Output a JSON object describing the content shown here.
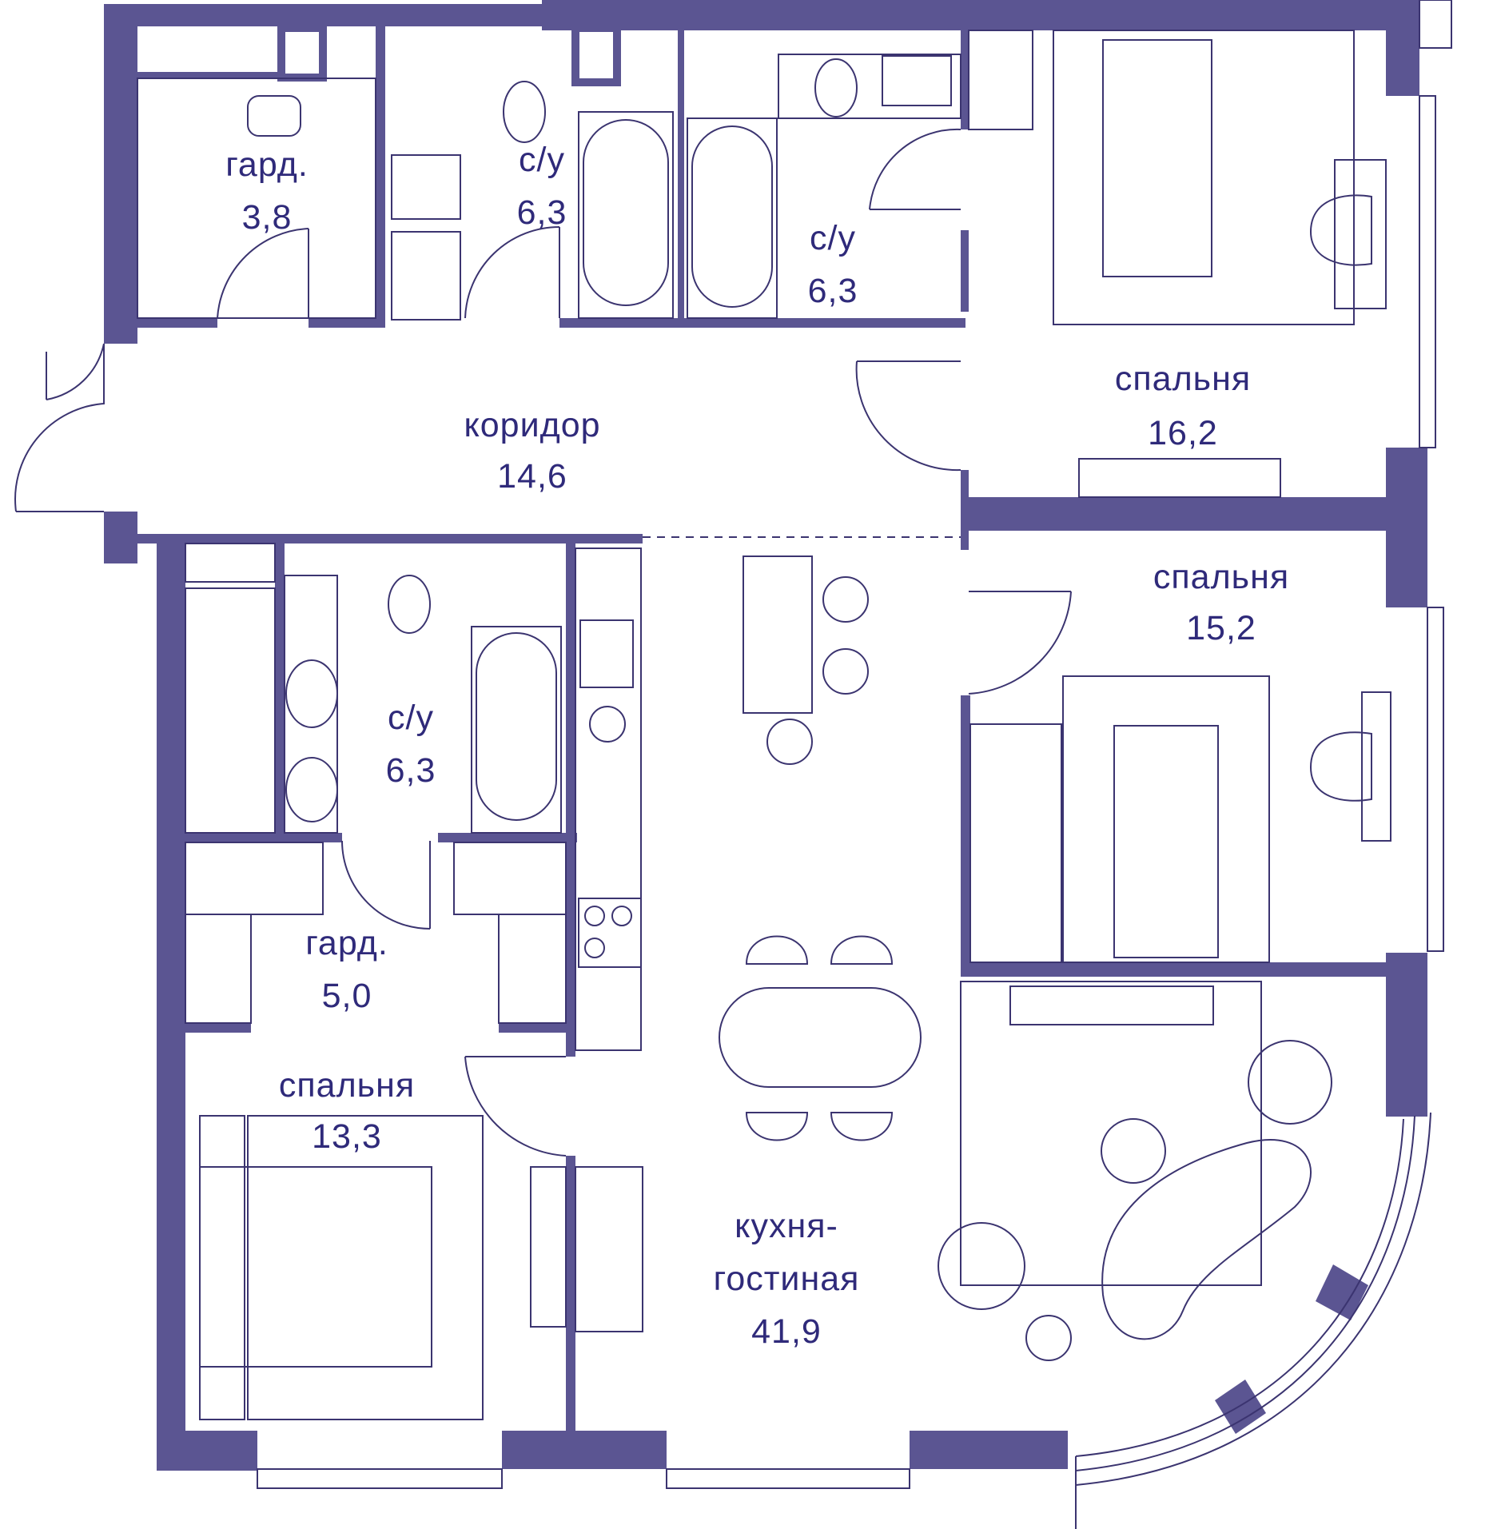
{
  "colors": {
    "wall": "#5b5592",
    "line": "#3b3470",
    "text": "#2f2a7a",
    "background": "#ffffff"
  },
  "rooms": [
    {
      "id": "wardrobe-1",
      "name": "гард.",
      "area": "3,8"
    },
    {
      "id": "bathroom-1",
      "name": "с/у",
      "area": "6,3"
    },
    {
      "id": "bathroom-2",
      "name": "с/у",
      "area": "6,3"
    },
    {
      "id": "bedroom-1",
      "name": "спальня",
      "area": "16,2"
    },
    {
      "id": "corridor",
      "name": "коридор",
      "area": "14,6"
    },
    {
      "id": "bedroom-2",
      "name": "спальня",
      "area": "15,2"
    },
    {
      "id": "bathroom-3",
      "name": "с/у",
      "area": "6,3"
    },
    {
      "id": "wardrobe-2",
      "name": "гард.",
      "area": "5,0"
    },
    {
      "id": "bedroom-3",
      "name": "спальня",
      "area": "13,3"
    },
    {
      "id": "kitchen-living",
      "name": "кухня-",
      "name_line2": "гостиная",
      "area": "41,9"
    }
  ]
}
